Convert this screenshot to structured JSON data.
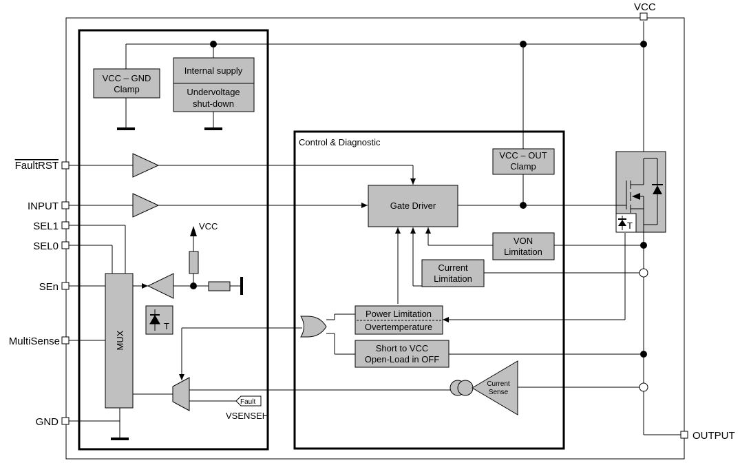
{
  "pins": {
    "vcc": "VCC",
    "faultrst": "FaultRST",
    "input": "INPUT",
    "sel1": "SEL1",
    "sel0": "SEL0",
    "sen": "SEn",
    "multisense": "MultiSense",
    "gnd": "GND",
    "output": "OUTPUT"
  },
  "blocks": {
    "vcc_gnd_clamp": [
      "VCC – GND",
      "Clamp"
    ],
    "internal_supply": "Internal supply",
    "undervoltage": [
      "Undervoltage",
      "shut-down"
    ],
    "control_title": "Control & Diagnostic",
    "vcc_out_clamp": [
      "VCC – OUT",
      "Clamp"
    ],
    "gate_driver": "Gate Driver",
    "von_limitation": [
      "VON",
      "Limitation"
    ],
    "current_limitation": [
      "Current",
      "Limitation"
    ],
    "power_limitation": "Power Limitation",
    "overtemperature": "Overtemperature",
    "short_to_vcc": [
      "Short to VCC",
      "Open-Load in OFF"
    ],
    "current_sense": [
      "Current",
      "Sense"
    ],
    "mux": "MUX",
    "fault": "Fault",
    "vsenseh": "VSENSEH",
    "vcc_internal": "VCC",
    "temp_t": "T"
  },
  "colors": {
    "block_fill": "#c0c0c0",
    "line": "#000000"
  }
}
